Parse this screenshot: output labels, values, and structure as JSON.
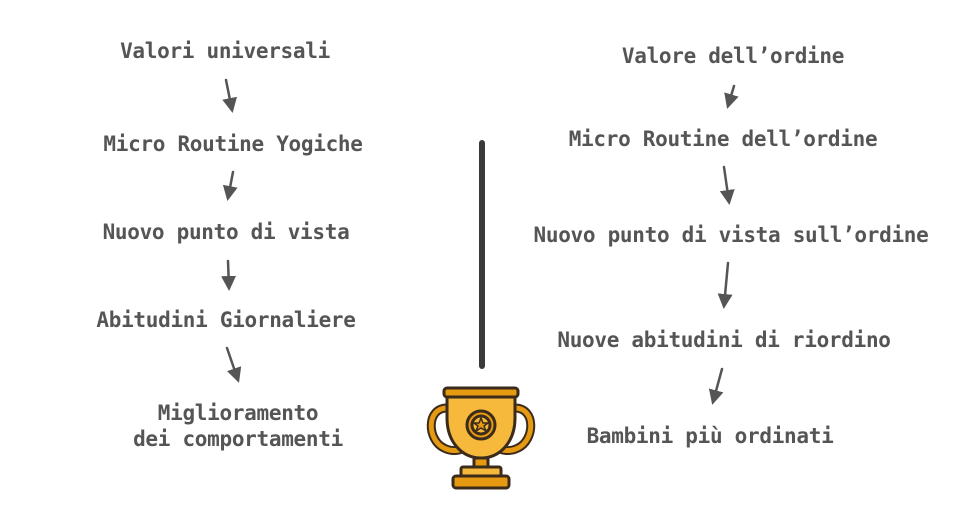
{
  "left_flow": {
    "steps": [
      "Valori universali",
      "Micro Routine Yogiche",
      "Nuovo punto di vista",
      "Abitudini Giornaliere",
      "Miglioramento",
      "dei comportamenti"
    ]
  },
  "right_flow": {
    "steps": [
      "Valore dell’ordine",
      "Micro Routine dell’ordine",
      "Nuovo punto di vista sull’ordine",
      "Nuove abitudini di riordino",
      "Bambini più ordinati"
    ]
  },
  "colors": {
    "text": "#555555",
    "arrow": "#555555",
    "divider": "#3a3a3a",
    "trophy_gold": "#f6b93b",
    "trophy_dark_gold": "#e59a12",
    "trophy_outline": "#3b2b1b"
  },
  "icons": {
    "arrow": "arrow-down-icon",
    "trophy": "trophy-icon"
  }
}
